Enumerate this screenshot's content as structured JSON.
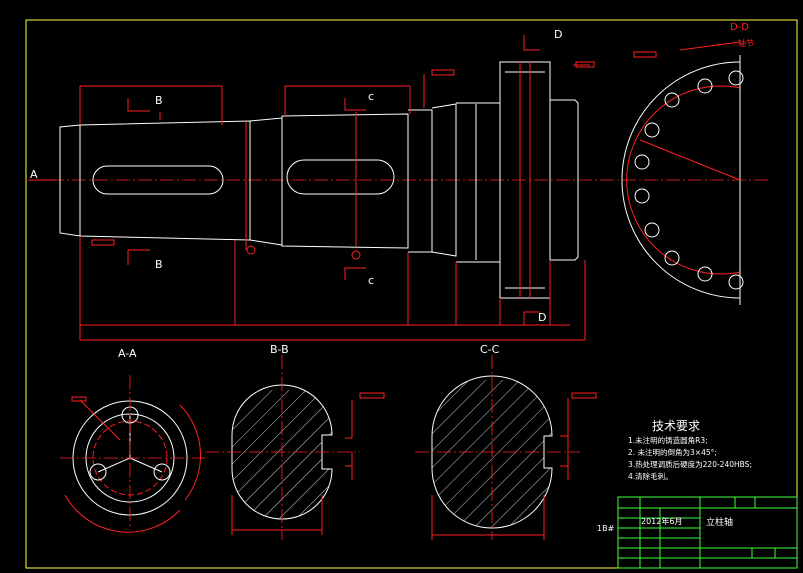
{
  "section_labels": {
    "aa": "A-A",
    "bb": "B-B",
    "cc": "C-C",
    "dd": "D-D",
    "a_mark": "A",
    "b_top": "B",
    "b_bot": "B",
    "c_top": "c",
    "c_bot": "c",
    "d_top": "D",
    "d_bot": "D"
  },
  "tech_requirements": {
    "title": "技术要求",
    "items": [
      "1.未注明的铸造圆角R3;",
      "2. 未注明的倒角为3×45°;",
      "3.热处理调质后硬度为220-240HBS;",
      "4.清除毛刺。"
    ]
  },
  "title_block": {
    "date": "2012年6月",
    "part_name": "立柱轴",
    "sheet_left": "1B#"
  },
  "colors": {
    "background": "#000000",
    "outline": "#ffffff",
    "dimension": "#ff2020",
    "border": "#ffff40",
    "title_block_line": "#40ff40"
  }
}
